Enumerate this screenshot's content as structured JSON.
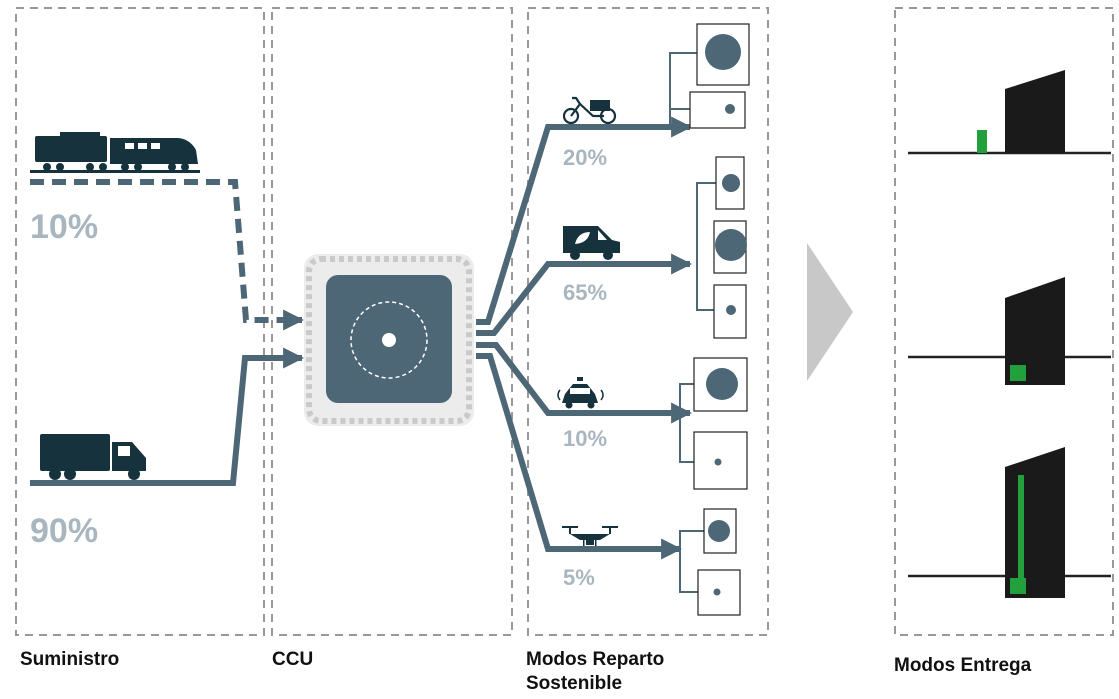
{
  "sections": {
    "suministro": {
      "label": "Suministro",
      "shares": [
        {
          "mode": "train",
          "icon": "train-icon",
          "percent": "10%"
        },
        {
          "mode": "truck",
          "icon": "truck-icon",
          "percent": "90%"
        }
      ]
    },
    "ccu": {
      "label": "CCU"
    },
    "modos_reparto": {
      "label": "Modos Reparto Sostenible",
      "modes": [
        {
          "mode": "cargo-bike",
          "icon": "cargo-bike-icon",
          "percent": "20%"
        },
        {
          "mode": "electric-van",
          "icon": "electric-van-icon",
          "percent": "65%"
        },
        {
          "mode": "autonomous-car",
          "icon": "autonomous-car-icon",
          "percent": "10%"
        },
        {
          "mode": "drone",
          "icon": "drone-icon",
          "percent": "5%"
        }
      ]
    },
    "modos_entrega": {
      "label": "Modos Entrega"
    }
  },
  "colors": {
    "flow": "#4d6777",
    "icon": "#16323d",
    "percent": "#a9b6bf",
    "box_border": "#999999",
    "arrow": "#c8c8c8",
    "building": "#1a1a1a",
    "highlight": "#22a03c"
  }
}
